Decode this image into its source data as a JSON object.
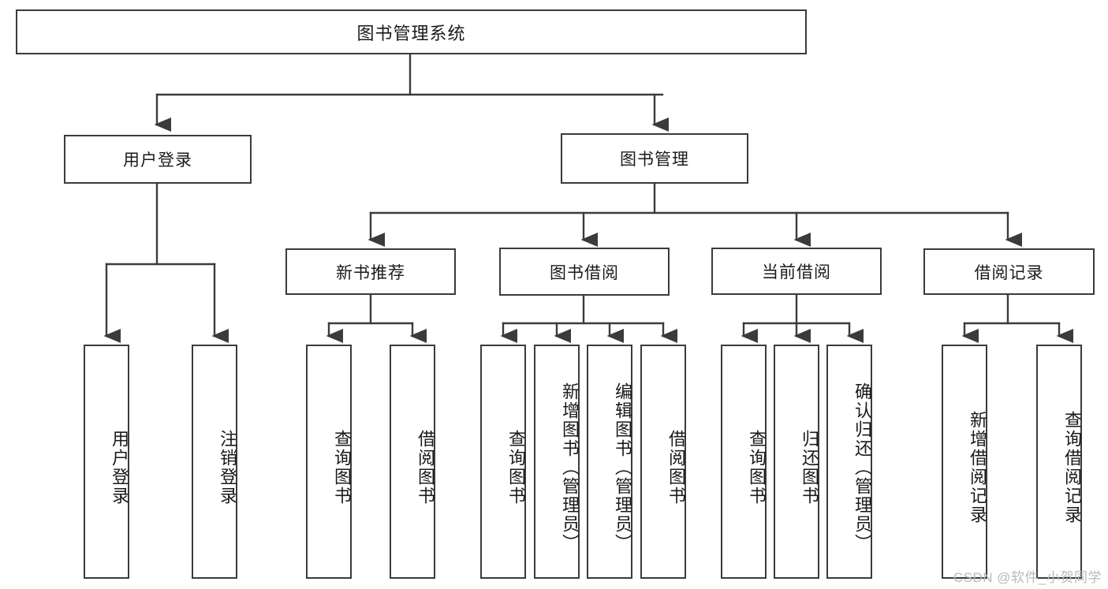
{
  "diagram": {
    "type": "tree",
    "title": "图书管理系统",
    "root": {
      "label": "图书管理系统"
    },
    "level2": [
      {
        "label": "用户登录"
      },
      {
        "label": "图书管理"
      }
    ],
    "level3": [
      {
        "label": "新书推荐"
      },
      {
        "label": "图书借阅"
      },
      {
        "label": "当前借阅"
      },
      {
        "label": "借阅记录"
      }
    ],
    "leaves": {
      "user_login": [
        {
          "label": "用户登录"
        },
        {
          "label": "注销登录"
        }
      ],
      "new_book_recommend": [
        {
          "label": "查询图书"
        },
        {
          "label": "借阅图书"
        }
      ],
      "book_borrow": [
        {
          "label": "查询图书"
        },
        {
          "label": "新增图书（管理员）"
        },
        {
          "label": "编辑图书（管理员）"
        },
        {
          "label": "借阅图书"
        }
      ],
      "current_borrow": [
        {
          "label": "查询图书"
        },
        {
          "label": "归还图书"
        },
        {
          "label": "确认归还（管理员）"
        }
      ],
      "borrow_record": [
        {
          "label": "新增借阅记录"
        },
        {
          "label": "查询借阅记录"
        }
      ]
    },
    "watermark": "CSDN @软件_小贺同学",
    "colors": {
      "stroke": "#3b3b3b",
      "fill": "#ffffff",
      "text": "#1a1a1a",
      "watermark": "#b9b9b9"
    }
  }
}
